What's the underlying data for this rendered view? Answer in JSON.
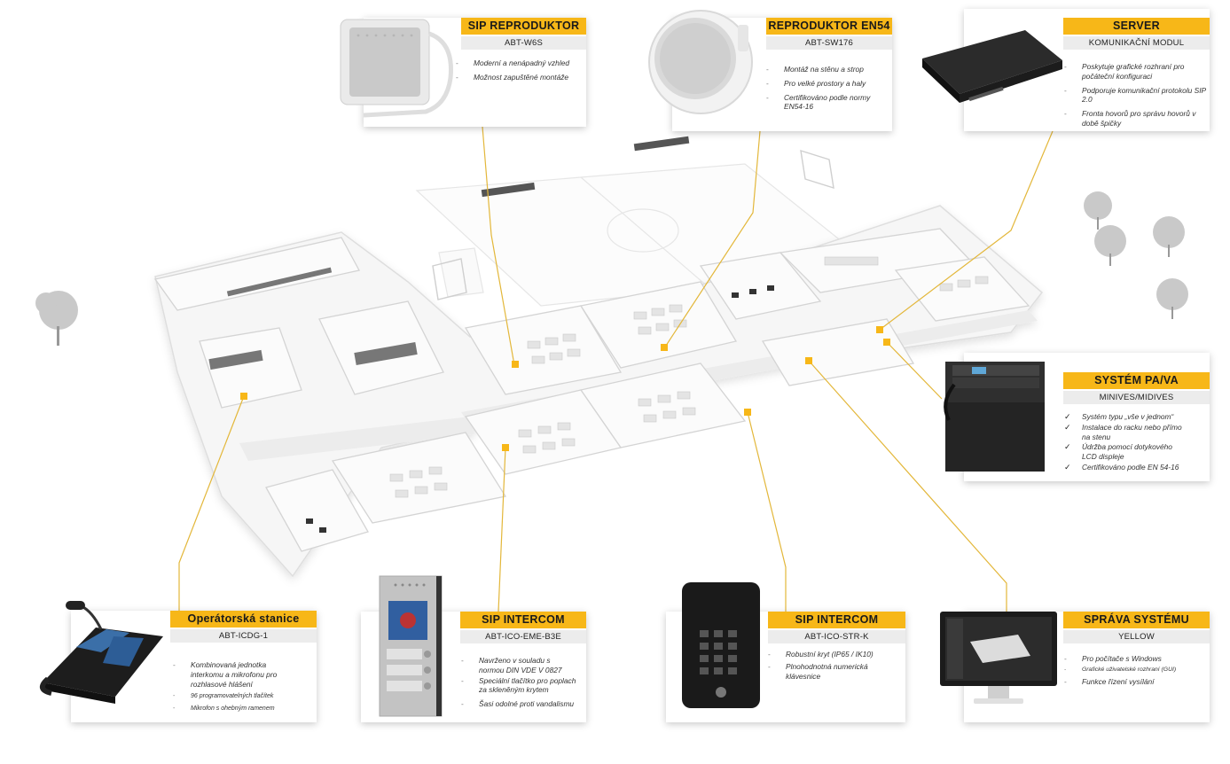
{
  "cards": [
    {
      "id": "sip-reproduktor",
      "title": "SIP REPRODUKTOR",
      "model": "ABT-W6S",
      "icon": "wall-speaker-icon",
      "features": [
        "Moderní a nenápadný vzhled",
        "Možnost zapuštěné montáže"
      ]
    },
    {
      "id": "reproduktor-en54",
      "title": "REPRODUKTOR EN54",
      "model": "ABT-SW176",
      "icon": "ceiling-speaker-icon",
      "features": [
        "Montáž na stěnu a strop",
        "Pro velké prostory a haly",
        "Certifikováno podle normy EN54-16"
      ]
    },
    {
      "id": "server",
      "title": "SERVER",
      "model": "KOMUNIKAČNÍ MODUL",
      "icon": "rack-server-icon",
      "features": [
        "Poskytuje grafické rozhraní pro počáteční konfiguraci",
        "Podporuje komunikační protokolu SIP 2.0",
        "Fronta hovorů pro správu hovorů v době špičky"
      ]
    },
    {
      "id": "system-pava",
      "title": "SYSTÉM PA/VA",
      "model": "MINIVES/MIDIVES",
      "icon": "pa-rack-icon",
      "features": [
        "Systém typu „vše v jednom“",
        "Instalace do racku nebo přímo na stenu",
        "Údržba pomocí dotykového LCD displeje",
        "Certifikováno podle EN 54-16"
      ]
    },
    {
      "id": "operatorska-stanice",
      "title": "Operátorská stanice",
      "model": "ABT-ICDG-1",
      "icon": "operator-console-icon",
      "features": [
        "Kombinovaná jednotka interkomu a mikrofonu pro rozhlasové hlášení",
        "96 programovatelných tlačítek",
        "Mikrofon s ohebným ramenem"
      ]
    },
    {
      "id": "sip-intercom-1",
      "title": "SIP INTERCOM",
      "model": "ABT-ICO-EME-B3E",
      "icon": "intercom-panel-icon",
      "features": [
        "Navrženo v souladu s normou DIN VDE V 0827",
        "Speciální tlačítko pro poplach za skleněným krytem",
        "Šasi odolné proti vandalismu"
      ]
    },
    {
      "id": "sip-intercom-2",
      "title": "SIP INTERCOM",
      "model": "ABT-ICO-STR-K",
      "icon": "keypad-intercom-icon",
      "features": [
        "Robustní kryt (IP65 / IK10)",
        "Plnohodnotná numerická klávesnice"
      ]
    },
    {
      "id": "sprava-systemu",
      "title": "SPRÁVA SYSTÉMU",
      "model": "YELLOW",
      "icon": "monitor-icon",
      "features": [
        "Pro počítače s Windows",
        "Grafické uživatelské rozhraní (GUI)",
        "Funkce řízení vysílání"
      ]
    }
  ],
  "colors": {
    "accent": "#f7b718",
    "line": "#e3b73a",
    "wall": "#f4f4f4",
    "floor": "#fbfbfb"
  }
}
